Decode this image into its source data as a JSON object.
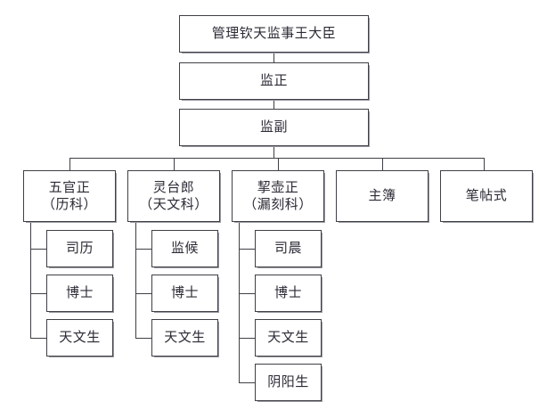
{
  "chart_data": {
    "type": "diagram",
    "title": "",
    "subtitle": "",
    "layout": "org-chart-top-down",
    "orientation": "vertical-then-horizontal",
    "nodes": [
      {
        "id": "n1",
        "label": "管理钦天监事王大臣",
        "level": 1,
        "parent": null
      },
      {
        "id": "n2",
        "label": "监正",
        "level": 2,
        "parent": "n1"
      },
      {
        "id": "n3",
        "label": "监副",
        "level": 2,
        "parent": "n2"
      },
      {
        "id": "n4",
        "line1": "五官正",
        "line2": "（历科）",
        "label": "五官正（历科）",
        "level": 3,
        "parent": "n3"
      },
      {
        "id": "n5",
        "line1": "灵台郎",
        "line2": "（天文科）",
        "label": "灵台郎（天文科）",
        "level": 3,
        "parent": "n3"
      },
      {
        "id": "n6",
        "line1": "挈壶正",
        "line2": "（漏刻科）",
        "label": "挈壶正（漏刻科）",
        "level": 3,
        "parent": "n3"
      },
      {
        "id": "n7",
        "label": "主簿",
        "level": 3,
        "parent": "n3"
      },
      {
        "id": "n8",
        "label": "笔帖式",
        "level": 3,
        "parent": "n3"
      },
      {
        "id": "n9",
        "label": "司历",
        "level": 4,
        "parent": "n4"
      },
      {
        "id": "n10",
        "label": "博士",
        "level": 4,
        "parent": "n4"
      },
      {
        "id": "n11",
        "label": "天文生",
        "level": 4,
        "parent": "n4"
      },
      {
        "id": "n12",
        "label": "监候",
        "level": 4,
        "parent": "n5"
      },
      {
        "id": "n13",
        "label": "博士",
        "level": 4,
        "parent": "n5"
      },
      {
        "id": "n14",
        "label": "天文生",
        "level": 4,
        "parent": "n5"
      },
      {
        "id": "n15",
        "label": "司晨",
        "level": 4,
        "parent": "n6"
      },
      {
        "id": "n16",
        "label": "博士",
        "level": 4,
        "parent": "n6"
      },
      {
        "id": "n17",
        "label": "天文生",
        "level": 4,
        "parent": "n6"
      },
      {
        "id": "n18",
        "label": "阴阳生",
        "level": 4,
        "parent": "n6"
      }
    ],
    "colors": {
      "box_border": "#3f3f46",
      "box_fill": "#ffffff",
      "text": "#2b2b36",
      "connector": "#3f3f46",
      "background": "#ffffff"
    }
  },
  "boxes": {
    "top": {
      "label": "管理钦天监事王大臣"
    },
    "director": {
      "label": "监正"
    },
    "vice_director": {
      "label": "监副"
    },
    "dept_1": {
      "line1": "五官正",
      "line2": "（历科）"
    },
    "dept_2": {
      "line1": "灵台郎",
      "line2": "（天文科）"
    },
    "dept_3": {
      "line1": "挈壶正",
      "line2": "（漏刻科）"
    },
    "dept_4": {
      "label": "主簿"
    },
    "dept_5": {
      "label": "笔帖式"
    },
    "col1": {
      "c1": "司历",
      "c2": "博士",
      "c3": "天文生"
    },
    "col2": {
      "c1": "监候",
      "c2": "博士",
      "c3": "天文生"
    },
    "col3": {
      "c1": "司晨",
      "c2": "博士",
      "c3": "天文生",
      "c4": "阴阳生"
    }
  }
}
